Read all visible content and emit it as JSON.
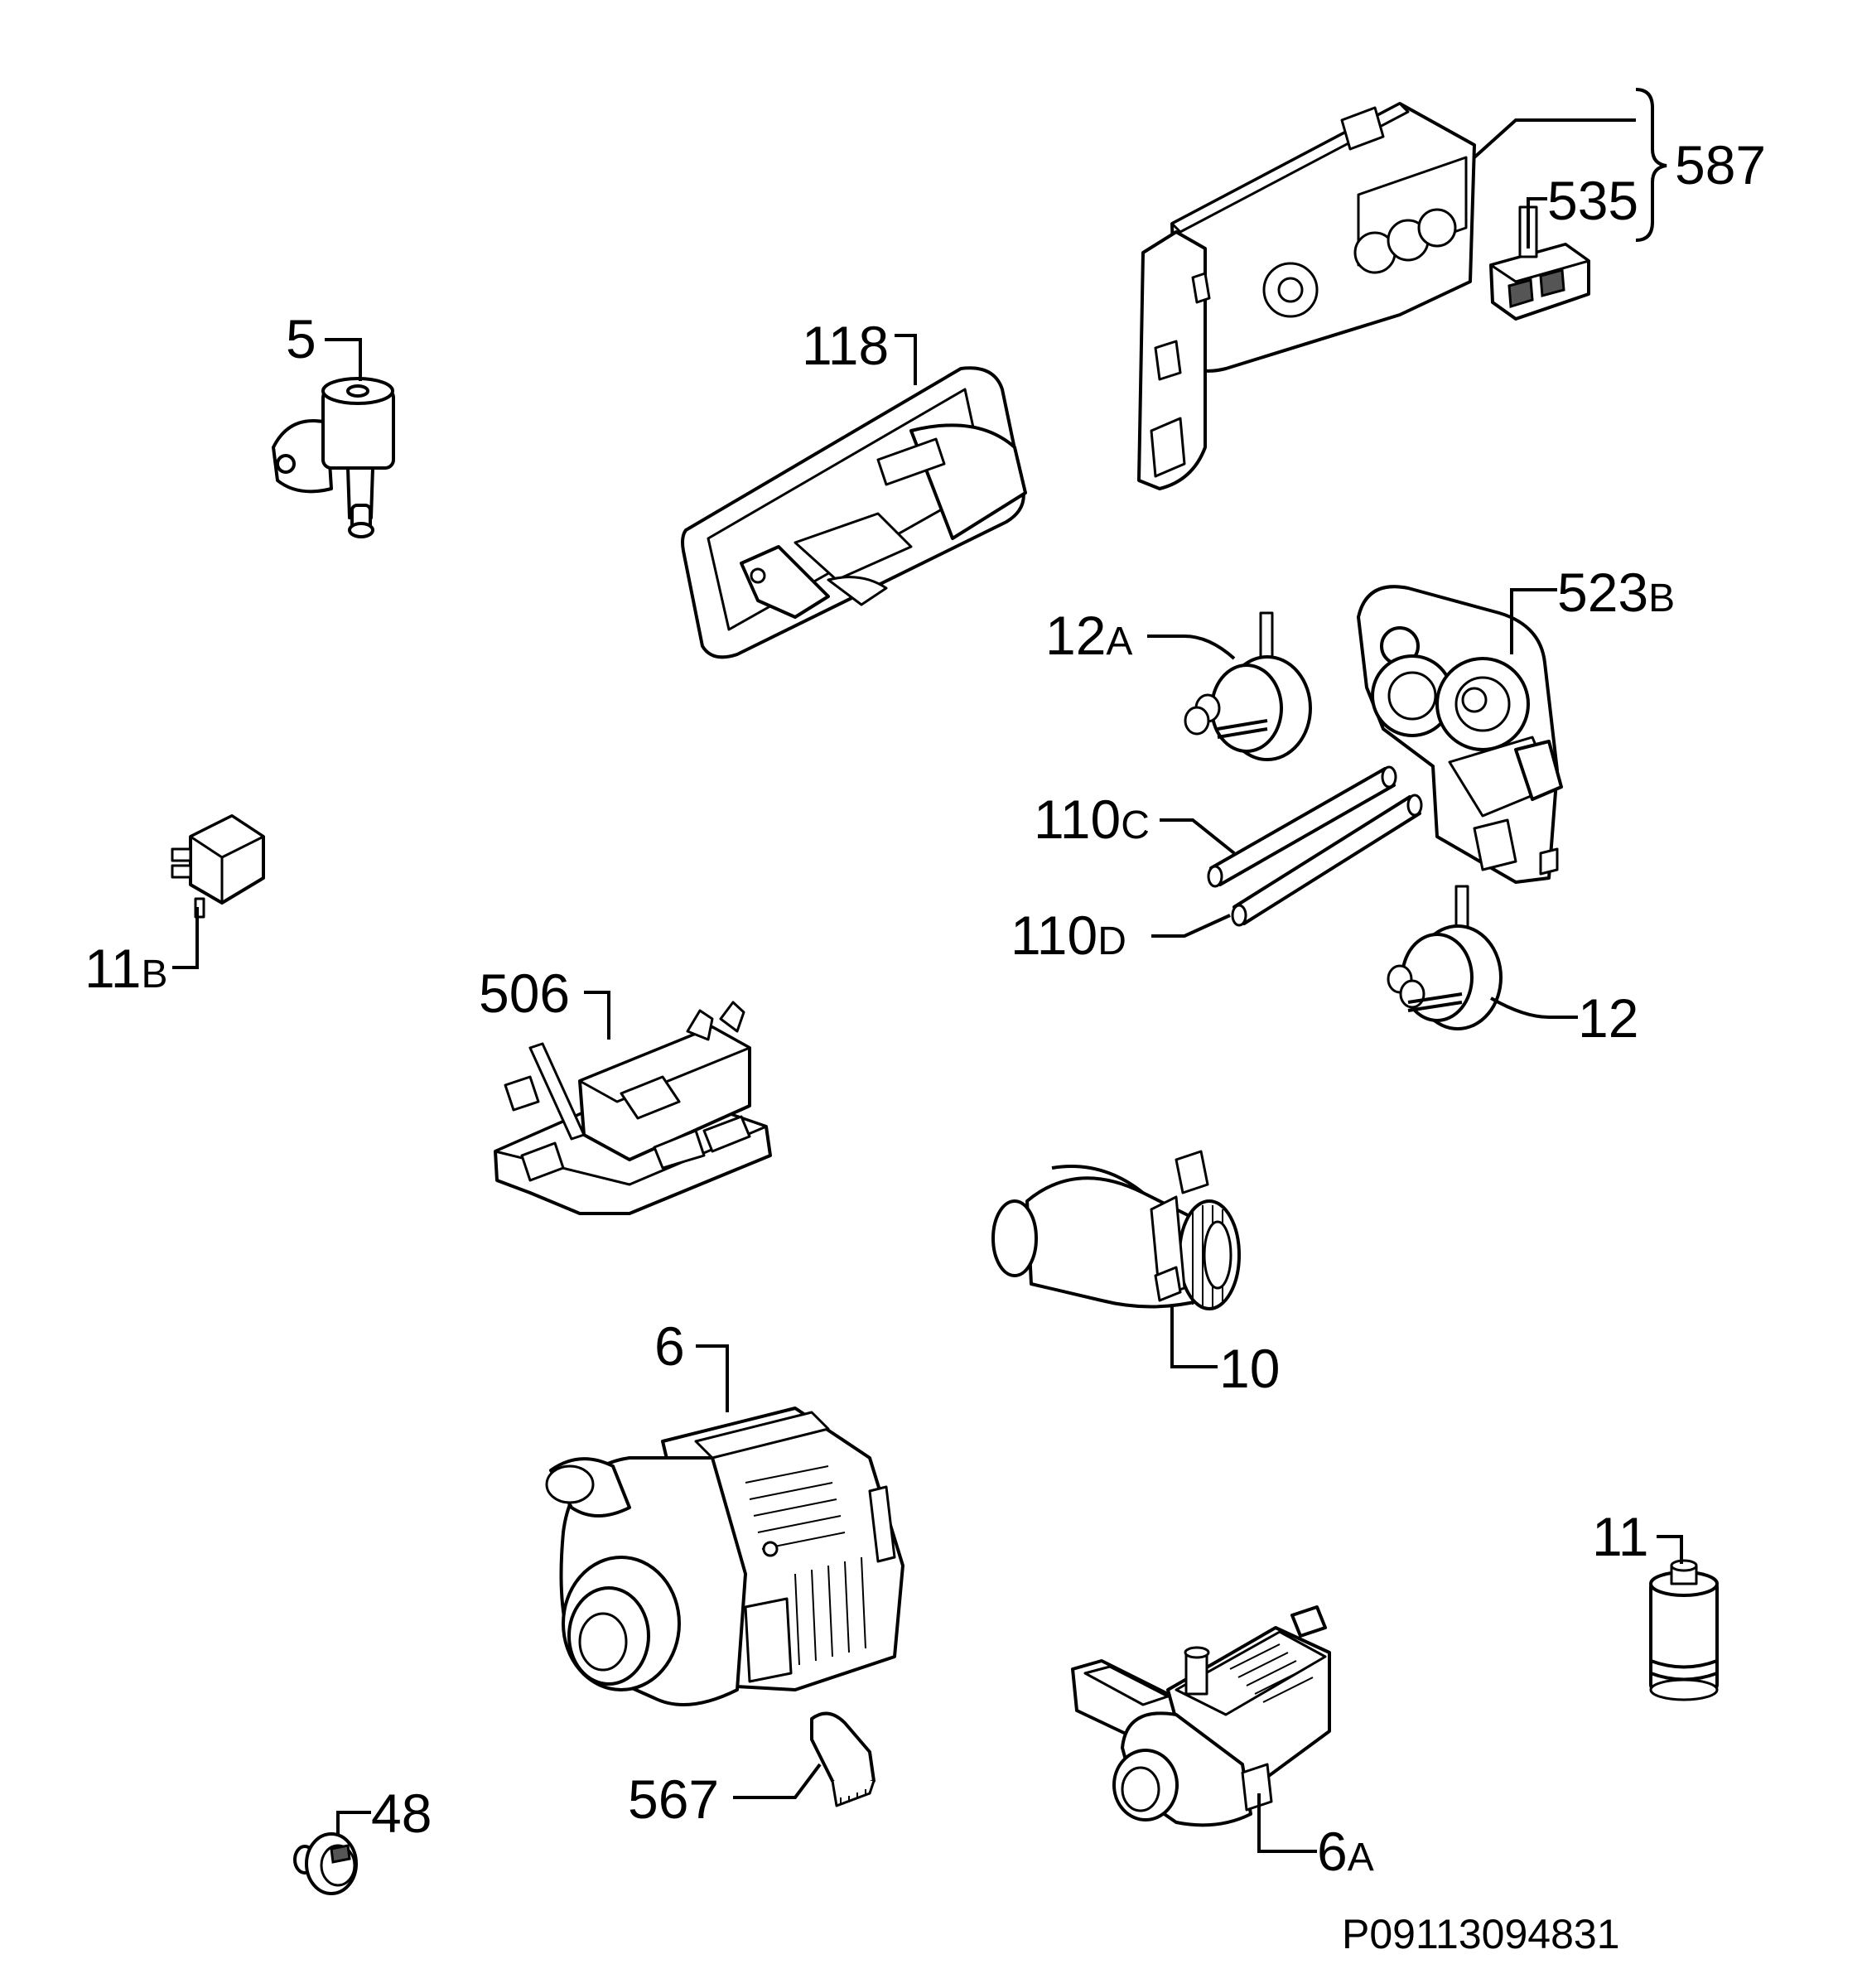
{
  "labels": {
    "p5": "5",
    "p118": "118",
    "p587": "587",
    "p535": "535",
    "p12A_num": "12",
    "p12A_sub": "A",
    "p523B_num": "523",
    "p523B_sub": "B",
    "p110C_num": "110",
    "p110C_sub": "C",
    "p110D_num": "110",
    "p110D_sub": "D",
    "p12": "12",
    "p11B_num": "11",
    "p11B_sub": "B",
    "p506": "506",
    "p10": "10",
    "p6": "6",
    "p11": "11",
    "p567": "567",
    "p48": "48",
    "p6A_num": "6",
    "p6A_sub": "A"
  },
  "footer": {
    "code": "P09113094831"
  }
}
